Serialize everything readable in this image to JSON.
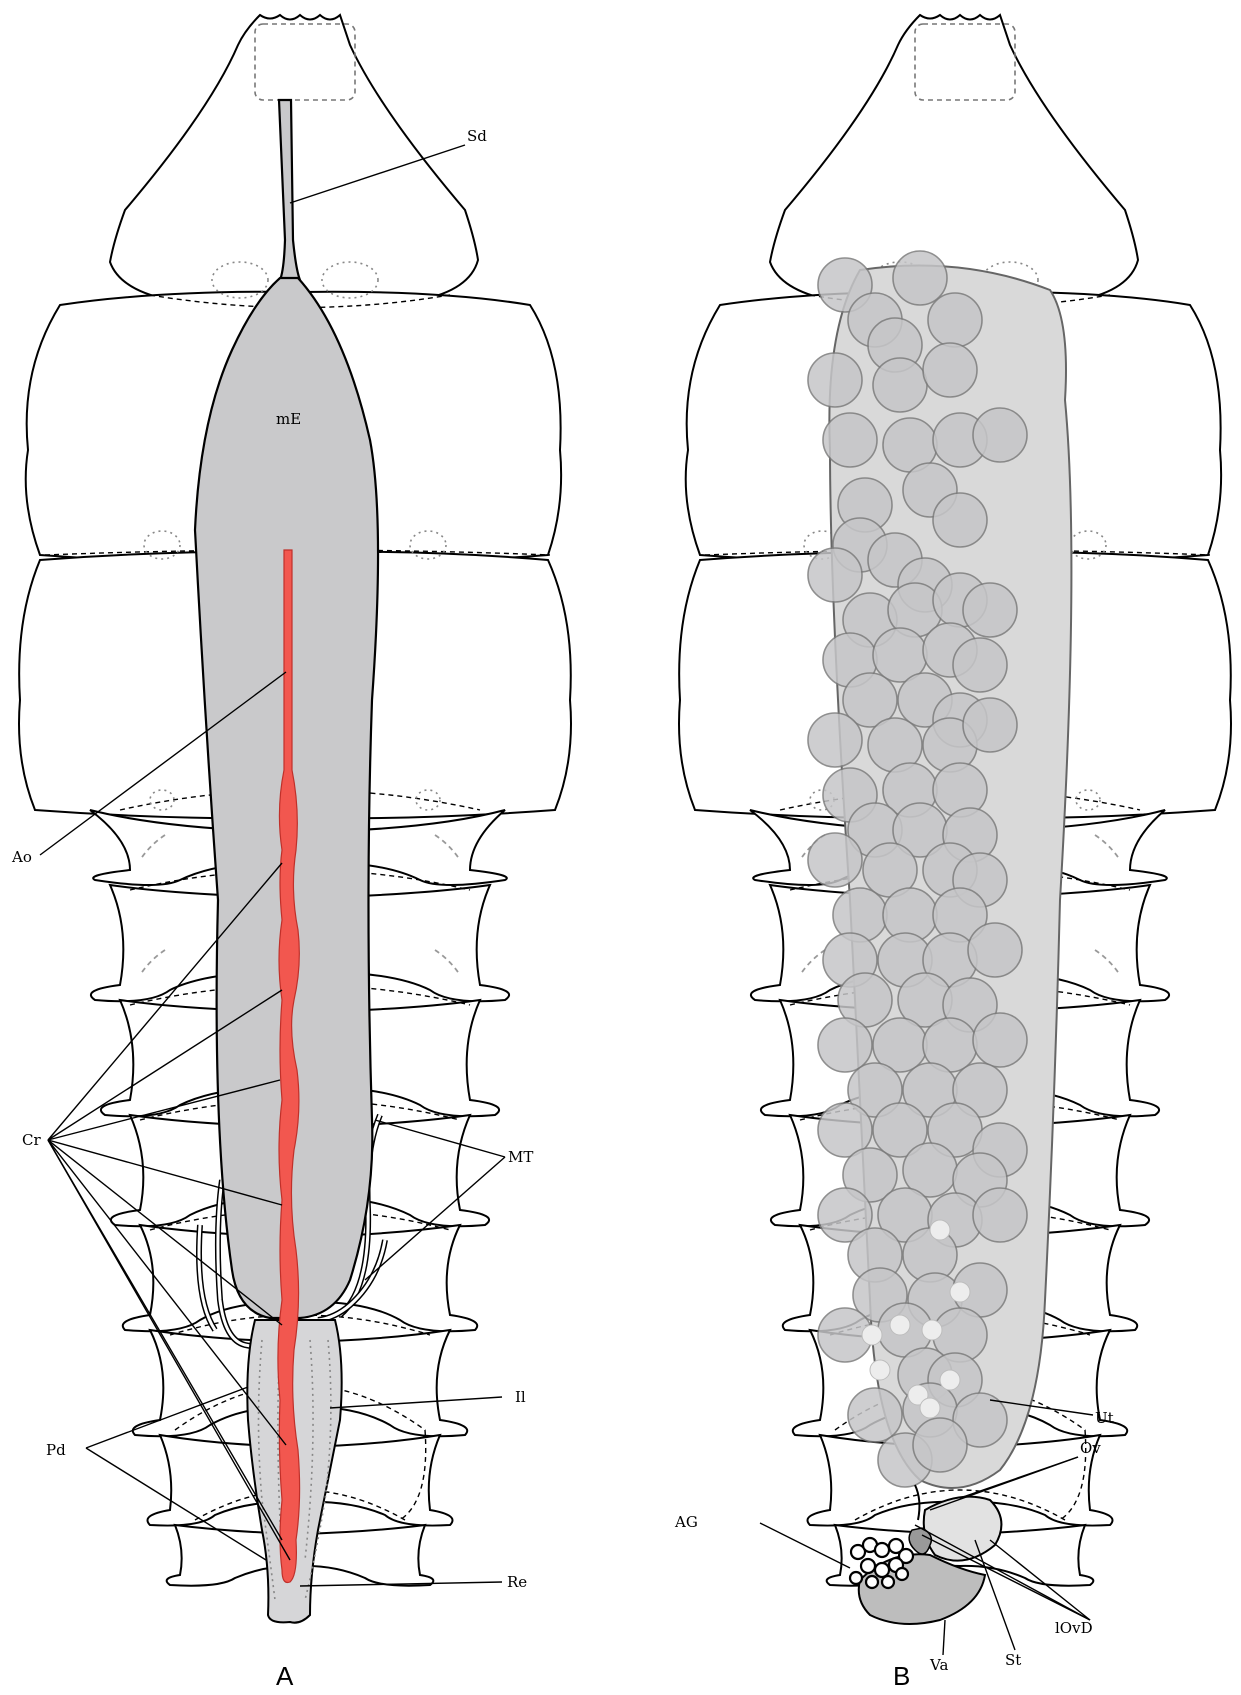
{
  "labels": {
    "sd": "Sd",
    "me": "mE",
    "ao": "Ao",
    "cr": "Cr",
    "mt": "MT",
    "il": "Il",
    "pd": "Pd",
    "re": "Re",
    "ut": "Ut",
    "ov": "Ov",
    "ag": "AG",
    "lovd": "lOvD",
    "st": "St",
    "va": "Va"
  },
  "panels": {
    "a": "A",
    "b": "B"
  },
  "colors": {
    "vessel": "#f2574f",
    "gut": "#c9c9cb",
    "egg": "#c6c6c8"
  }
}
